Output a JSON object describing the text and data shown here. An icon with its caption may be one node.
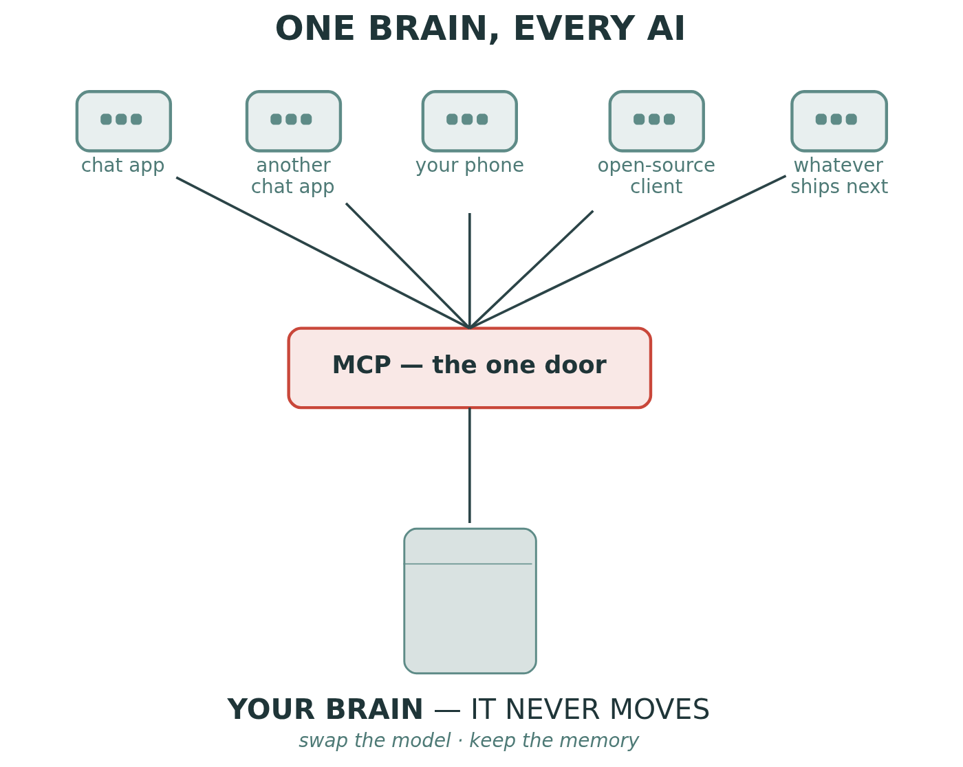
{
  "diagram": {
    "title": "ONE BRAIN, EVERY AI",
    "nodes": [
      {
        "text": [
          "chat app"
        ]
      },
      {
        "text": [
          "another chat app"
        ]
      },
      {
        "text": [
          "your phone"
        ]
      },
      {
        "text": [
          "open-source client"
        ]
      },
      {
        "text": [
          "whatever ships next"
        ]
      },
      {
        "text": [
          "MCP — the one door"
        ]
      },
      {
        "text": [
          "**YOUR BRAIN** — IT NEVER MOVES",
          "swap the model · keep the memory"
        ]
      }
    ],
    "edges": [
      {
        "from": 0,
        "to": 5,
        "arrow": "none"
      },
      {
        "from": 1,
        "to": 5,
        "arrow": "none"
      },
      {
        "from": 2,
        "to": 5,
        "arrow": "none"
      },
      {
        "from": 3,
        "to": 5,
        "arrow": "none"
      },
      {
        "from": 4,
        "to": 5,
        "arrow": "none"
      },
      {
        "from": 5,
        "to": 6,
        "arrow": "none"
      }
    ]
  }
}
